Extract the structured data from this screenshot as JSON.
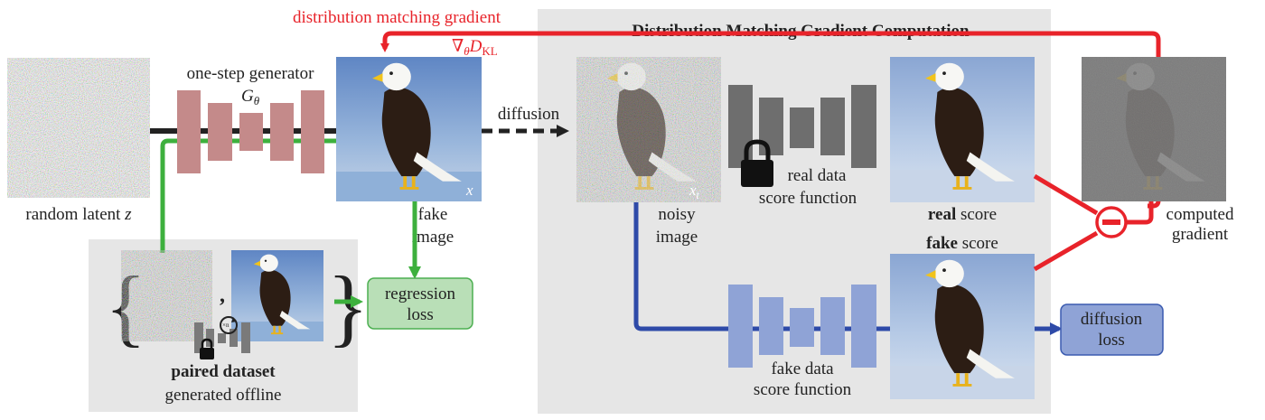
{
  "panel": {
    "title": "Distribution Matching Gradient Computation"
  },
  "gradient_label": {
    "text": "distribution matching gradient",
    "math_nabla": "∇",
    "math_sub_theta": "θ",
    "math_D": "D",
    "math_sub_KL": "KL",
    "color": "#e8232a"
  },
  "generator": {
    "title": "one-step generator",
    "symbol": "G",
    "symbol_sub": "θ",
    "color": "#c48a8a"
  },
  "latent": {
    "label_text": "random latent ",
    "label_var": "z"
  },
  "fake_image": {
    "var": "x",
    "label_line1": "fake",
    "label_line2": "image"
  },
  "diffusion": {
    "label": "diffusion"
  },
  "noisy_image": {
    "var": "x",
    "var_sub": "t",
    "label_line1": "noisy",
    "label_line2": "image"
  },
  "real_net": {
    "label_line1": "real data",
    "label_line2": "score function",
    "color": "#6e6e6e"
  },
  "real_score": {
    "bold": "real",
    "rest": " score"
  },
  "fake_score": {
    "bold": "fake",
    "rest": " score"
  },
  "fake_net": {
    "label_line1": "fake data",
    "label_line2": "score function",
    "color": "#8fa3d6"
  },
  "computed": {
    "label_line1": "computed",
    "label_line2": "gradient"
  },
  "minus_symbol": "−",
  "regression": {
    "line1": "regression",
    "line2": "loss",
    "fill": "#b9dfb7",
    "stroke": "#4caf50"
  },
  "diffusion_loss": {
    "line1": "diffusion",
    "line2": "loss",
    "fill": "#8fa3d6",
    "stroke": "#3b5bb0"
  },
  "paired": {
    "comma": ",",
    "title": "paired dataset",
    "subtitle": "generated offline",
    "loop_label": "×n"
  },
  "colors": {
    "red": "#e8232a",
    "green": "#3db03d",
    "blue": "#2e4aa8",
    "panel_bg": "#e6e6e6"
  }
}
